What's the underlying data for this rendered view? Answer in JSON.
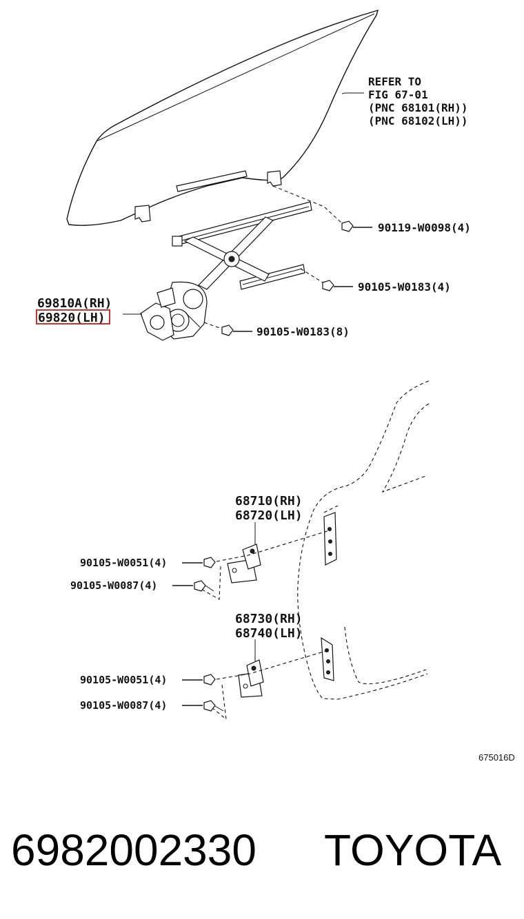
{
  "refer_note": {
    "line1": "REFER TO",
    "line2": "FIG 67-01",
    "line3": "(PNC 68101(RH))",
    "line4": "(PNC 68102(LH))"
  },
  "regulator": {
    "label_rh": "69810A(RH)",
    "label_lh": "69820(LH)",
    "highlight_color": "#d32f2f"
  },
  "fasteners_top": [
    {
      "label": "90119-W0098(4)"
    },
    {
      "label": "90105-W0183(4)"
    },
    {
      "label": "90105-W0183(8)"
    }
  ],
  "upper_hinge": {
    "label_rh": "68710(RH)",
    "label_lh": "68720(LH)",
    "bolt_a": "90105-W0051(4)",
    "bolt_b": "90105-W0087(4)"
  },
  "lower_hinge": {
    "label_rh": "68730(RH)",
    "label_lh": "68740(LH)",
    "bolt_a": "90105-W0051(4)",
    "bolt_b": "90105-W0087(4)"
  },
  "figure_code": "675016D",
  "footer": {
    "part_number": "6982002330",
    "brand": "TOYOTA"
  }
}
